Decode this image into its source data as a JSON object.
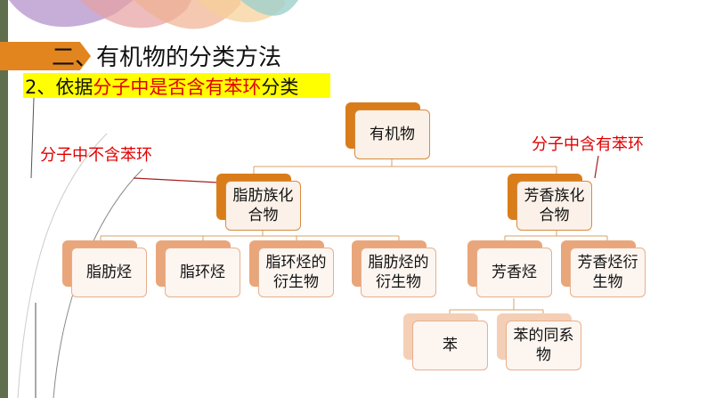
{
  "title": {
    "prefix": "二、",
    "text": "有机物的分类方法"
  },
  "subtitle": {
    "pre": "2、依据",
    "red": "分子中是否含有苯环",
    "post": "分类"
  },
  "labels": {
    "left": "分子中不含苯环",
    "right": "分子中含有苯环"
  },
  "tree": {
    "root": "有机物",
    "aliphatic": "脂肪族化合物",
    "aromatic": "芳香族化合物",
    "a1": "脂肪烃",
    "a2": "脂环烃",
    "a3": "脂环烃的衍生物",
    "a4": "脂肪烃的衍生物",
    "b1": "芳香烃",
    "b2": "芳香烃衍生物",
    "c1": "苯",
    "c2": "苯的同系物"
  },
  "colors": {
    "accent": "#e2851e",
    "highlight": "#ffff00",
    "red": "#e00000"
  }
}
